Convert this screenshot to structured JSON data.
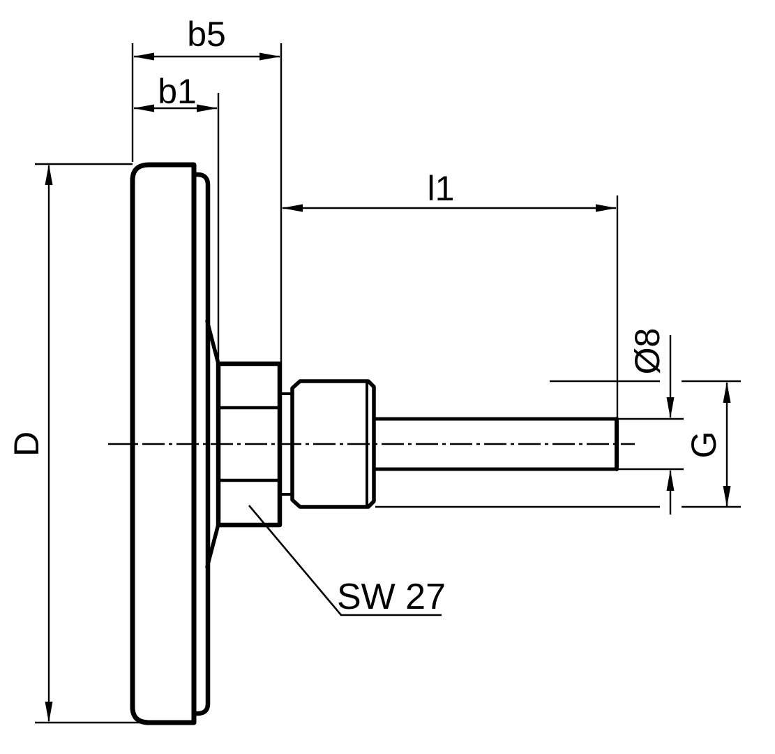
{
  "labels": {
    "overall_depth": "b5",
    "case_depth": "b1",
    "stem_length": "l1",
    "dial_diameter": "D",
    "stem_diameter": "Ø8",
    "thread_size": "G",
    "wrench_size": "SW 27"
  },
  "colors": {
    "ink": "#000000",
    "paper": "#ffffff"
  }
}
